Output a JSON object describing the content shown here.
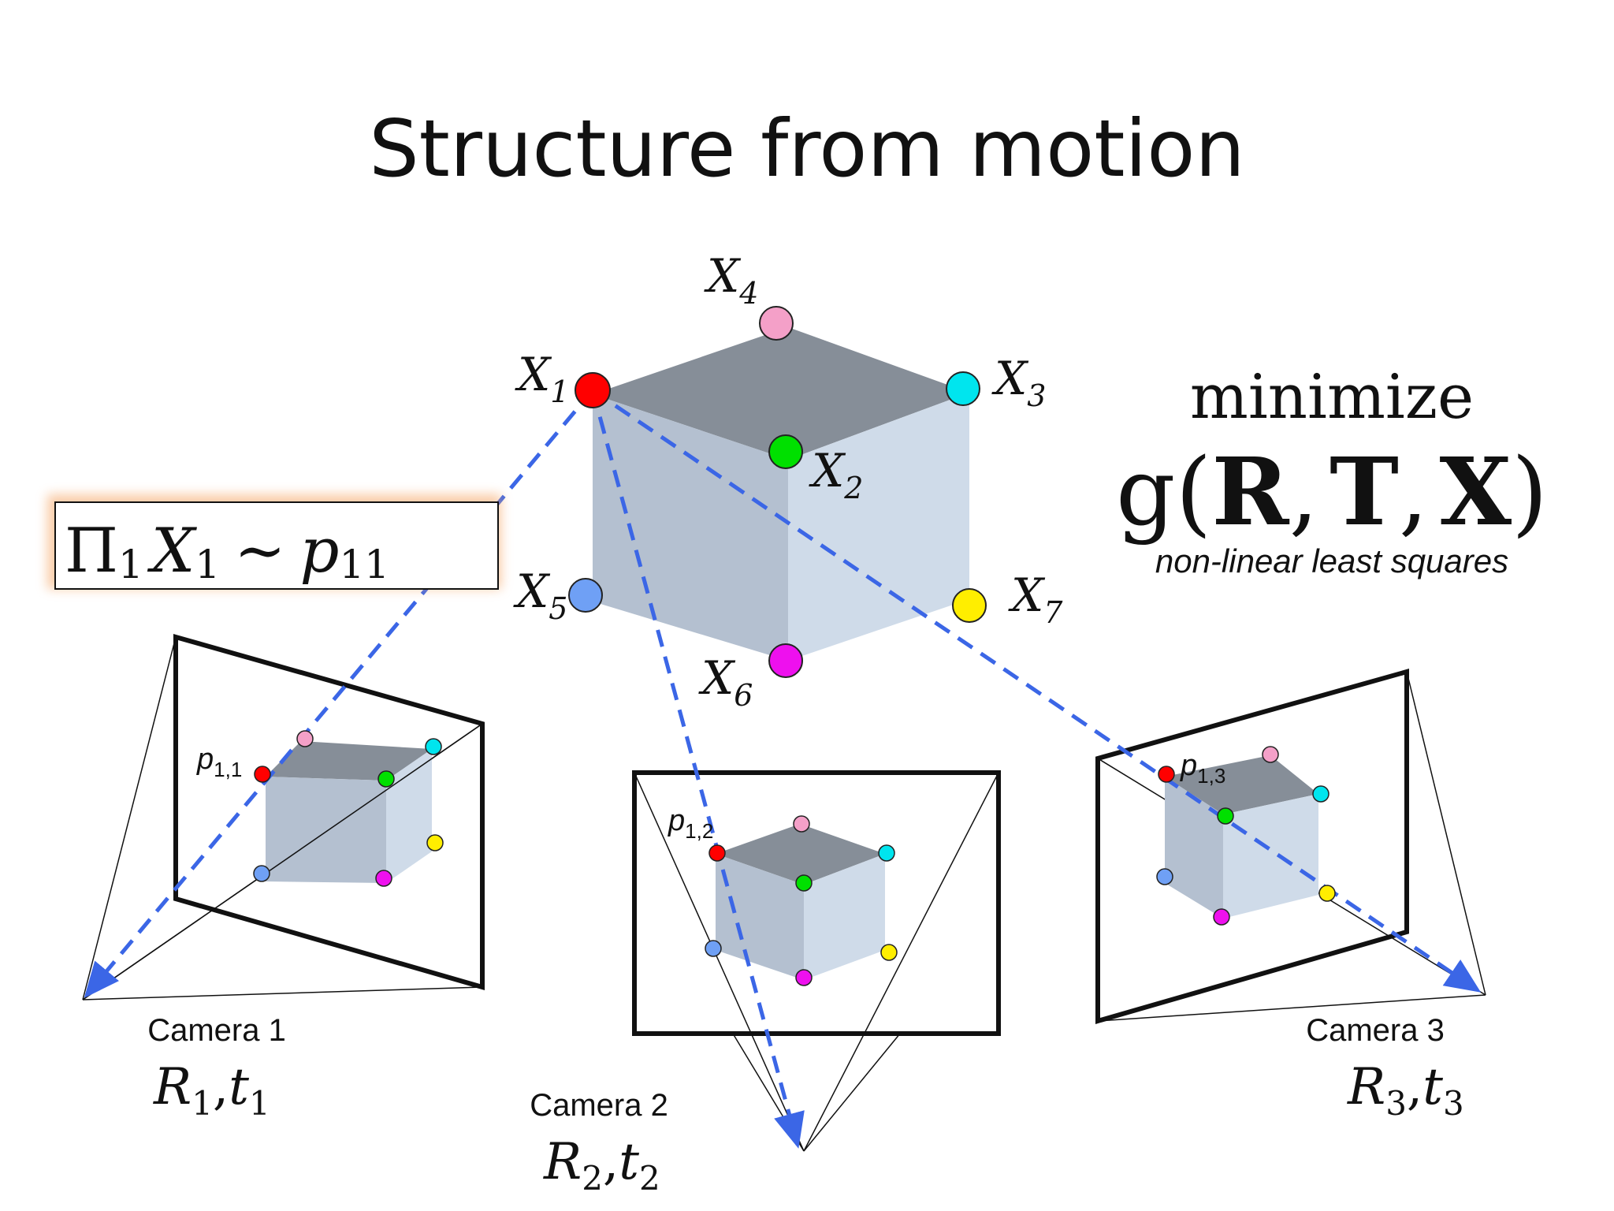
{
  "title": "Structure from motion",
  "equation": {
    "Pi": "Π",
    "Pi_sub": "1",
    "X": "X",
    "X_sub": "1",
    "sim": "∼",
    "p": "p",
    "p_sub": "11"
  },
  "objective": {
    "minimize": "minimize",
    "func_open": "g(",
    "R": "R",
    "comma1": ",",
    "T": "T",
    "comma2": ",",
    "X": "X",
    "func_close": ")",
    "subtitle": "non-linear least squares"
  },
  "points": [
    {
      "label": "X",
      "sub": "1",
      "color": "#ff0000"
    },
    {
      "label": "X",
      "sub": "2",
      "color": "#00e000"
    },
    {
      "label": "X",
      "sub": "3",
      "color": "#00e5ee"
    },
    {
      "label": "X",
      "sub": "4",
      "color": "#f4a0c8"
    },
    {
      "label": "X",
      "sub": "5",
      "color": "#6fa0f5"
    },
    {
      "label": "X",
      "sub": "6",
      "color": "#ee10ee"
    },
    {
      "label": "X",
      "sub": "7",
      "color": "#ffee00"
    }
  ],
  "cameras": [
    {
      "name": "Camera 1",
      "R": "R",
      "R_sub": "1",
      "t": "t",
      "t_sub": "1",
      "p": "p",
      "p_sub": "1,1"
    },
    {
      "name": "Camera 2",
      "R": "R",
      "R_sub": "2",
      "t": "t",
      "t_sub": "2",
      "p": "p",
      "p_sub": "1,2"
    },
    {
      "name": "Camera 3",
      "R": "R",
      "R_sub": "3",
      "t": "t",
      "t_sub": "3",
      "p": "p",
      "p_sub": "1,3"
    }
  ],
  "colors": {
    "cube_top": "#868e98",
    "cube_front": "#b4c0d0",
    "cube_side": "#cfdbe9",
    "ray": "#3b66e6",
    "highlight": "#f5a360"
  }
}
